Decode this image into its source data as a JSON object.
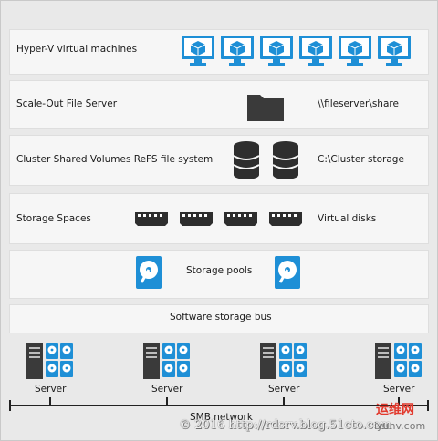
{
  "layers": {
    "vms": {
      "label": "Hyper-V virtual machines"
    },
    "sofs": {
      "label": "Scale-Out File Server",
      "side": "\\\\fileserver\\share"
    },
    "csv": {
      "label": "Cluster Shared Volumes ReFS file system",
      "side": "C:\\Cluster storage"
    },
    "spaces": {
      "label": "Storage Spaces",
      "side": "Virtual disks"
    },
    "pools": {
      "label": "Storage pools"
    },
    "bus": {
      "label": "Software storage bus"
    }
  },
  "servers": [
    "Server",
    "Server",
    "Server",
    "Server"
  ],
  "network": {
    "label": "SMB network"
  },
  "watermark": {
    "text": "© 2016 http://rdsrv.blog.51cto.com",
    "logo_text": "运维网",
    "logo_sub": "iyunv.com"
  },
  "colors": {
    "accent": "#1e8fd6",
    "dark": "#3a3a3a"
  }
}
